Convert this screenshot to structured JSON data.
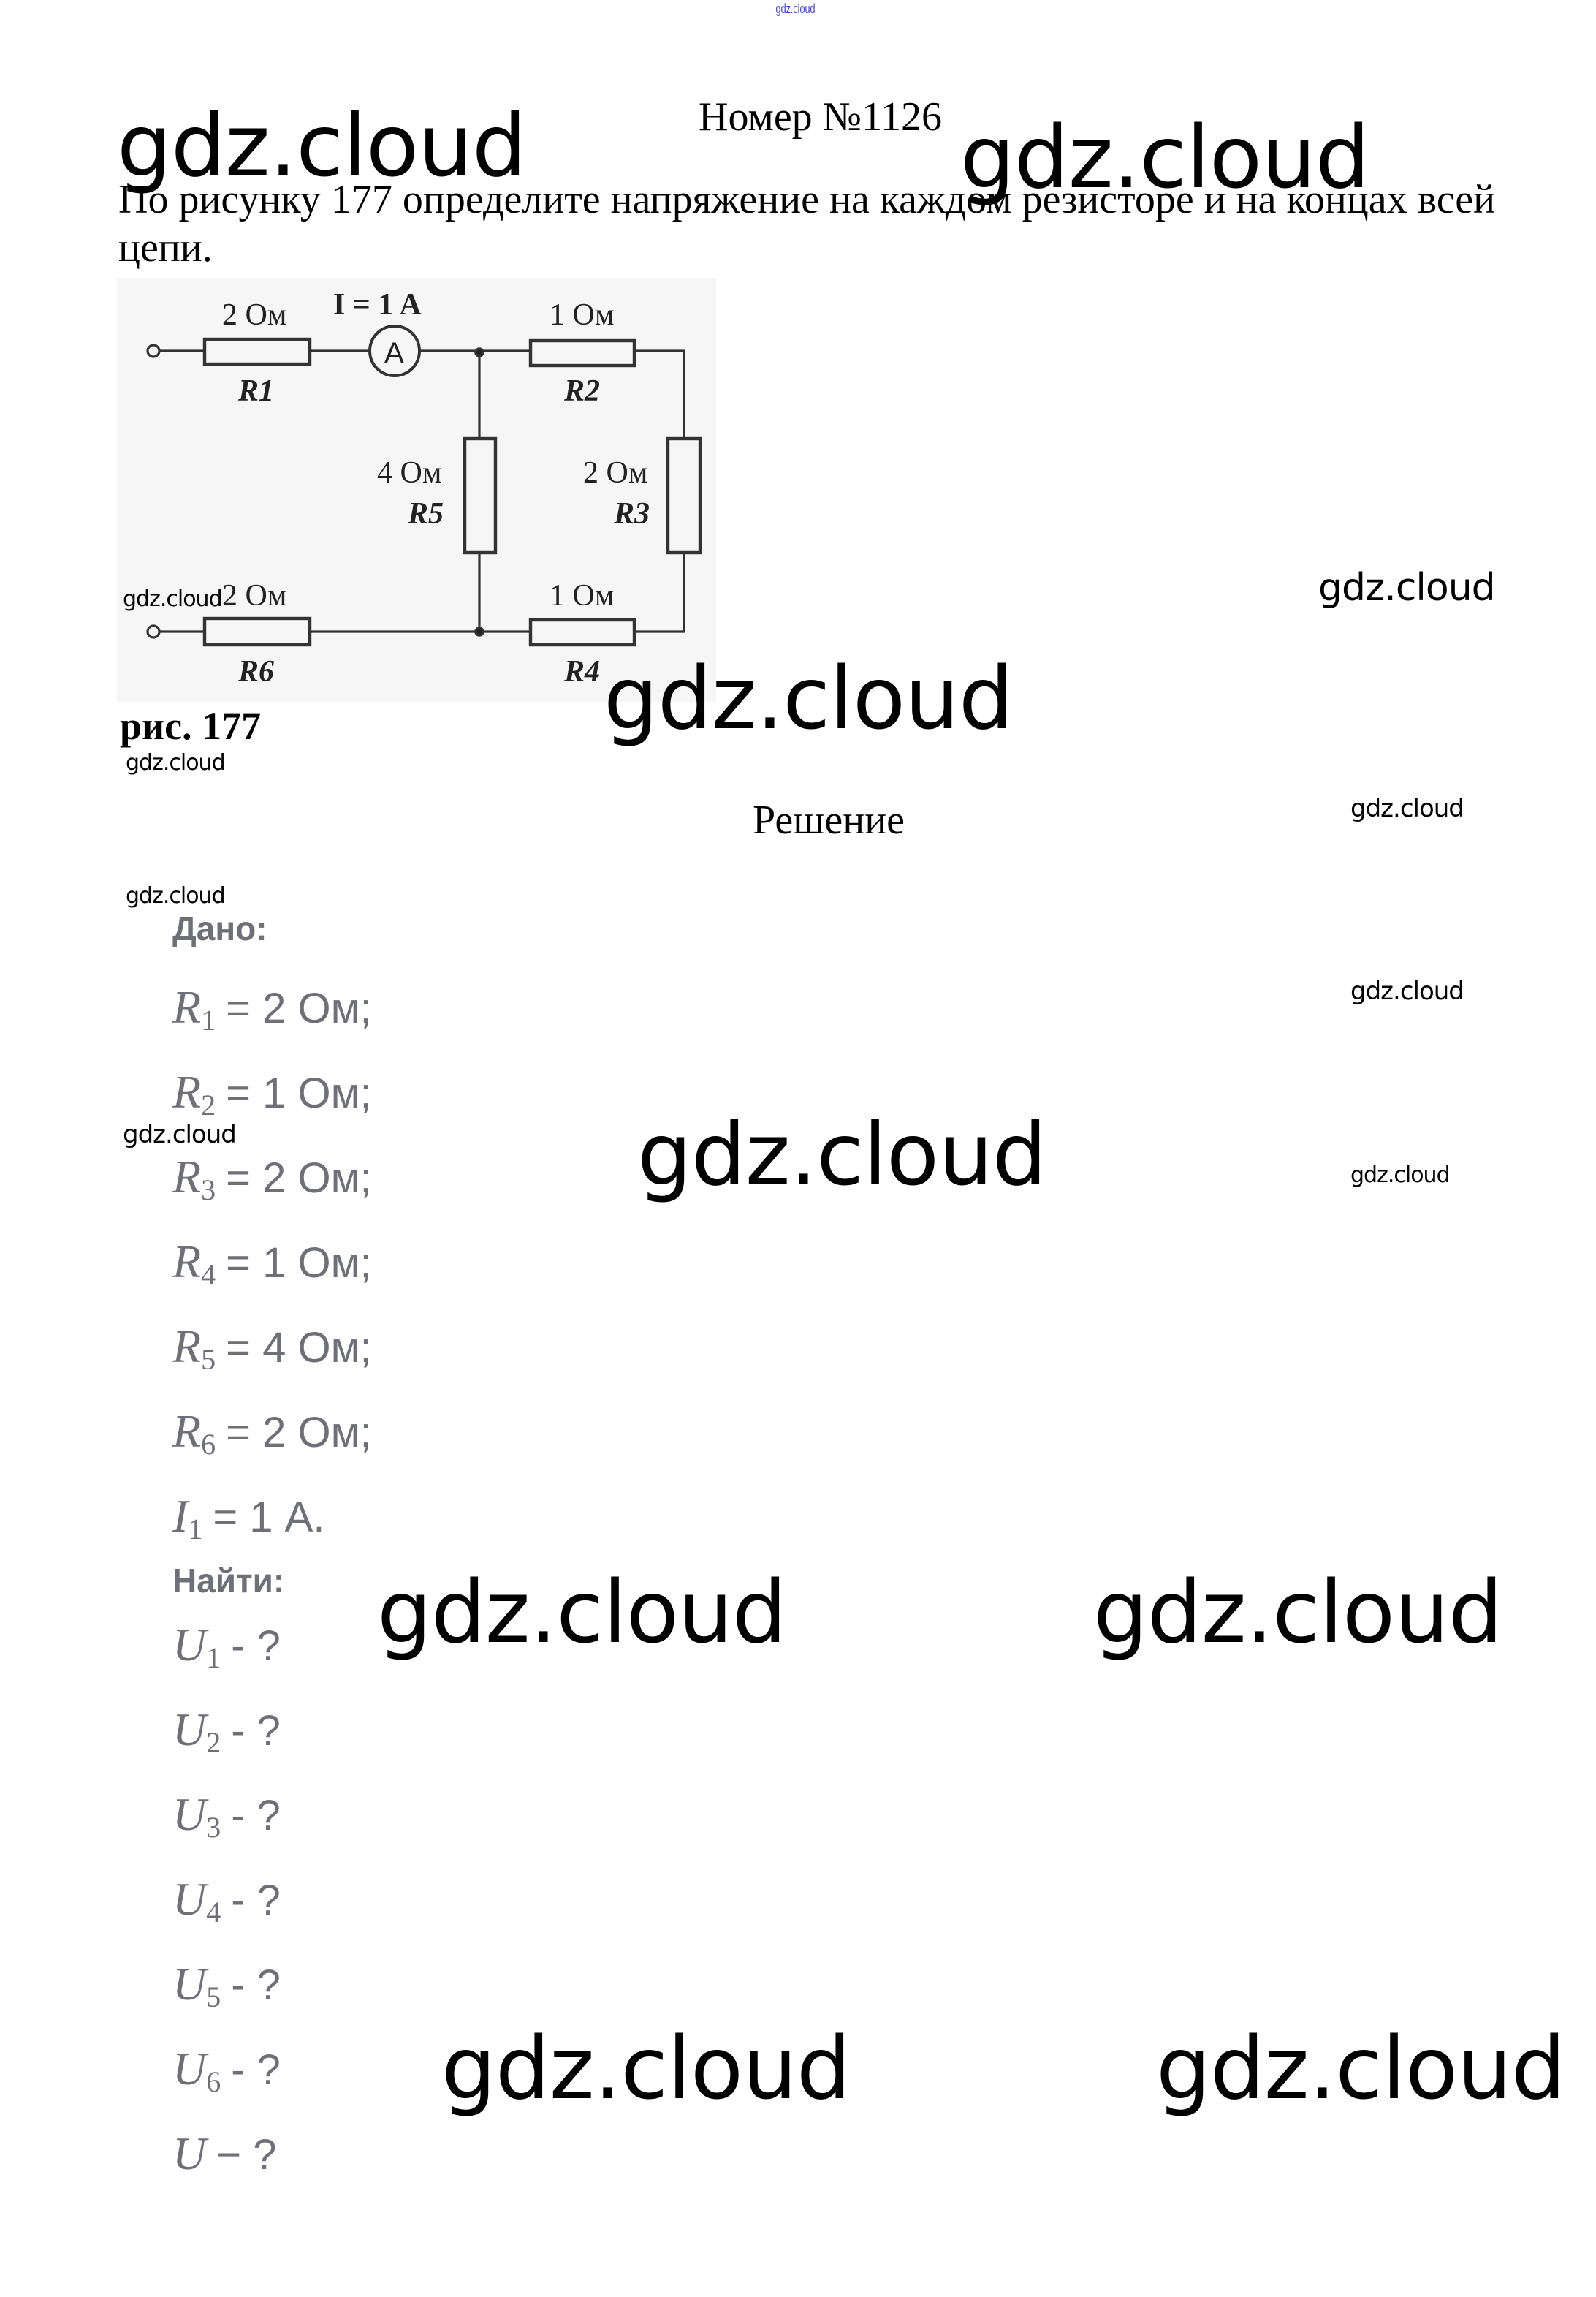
{
  "watermark": "gdz.cloud",
  "header": {
    "title": "Номер №1126"
  },
  "task": {
    "text": "По рисунку 177 определите напряжение на каждом резисторе и на концах всей цепи."
  },
  "figure": {
    "caption": "рис. 177",
    "current_label": "I = 1 A",
    "ammeter": "A",
    "resistors": [
      {
        "name": "R1",
        "value": "2 Ом"
      },
      {
        "name": "R2",
        "value": "1 Ом"
      },
      {
        "name": "R3",
        "value": "2 Ом"
      },
      {
        "name": "R4",
        "value": "1 Ом"
      },
      {
        "name": "R5",
        "value": "4 Ом"
      },
      {
        "name": "R6",
        "value": "2 Ом"
      }
    ]
  },
  "solution": {
    "heading": "Решение",
    "given_label": "Дано:",
    "given": [
      {
        "sym": "R",
        "sub": "1",
        "rest": "= 2 Ом;"
      },
      {
        "sym": "R",
        "sub": "2",
        "rest": "= 1 Ом;"
      },
      {
        "sym": "R",
        "sub": "3",
        "rest": "= 2 Ом;"
      },
      {
        "sym": "R",
        "sub": "4",
        "rest": "= 1 Ом;"
      },
      {
        "sym": "R",
        "sub": "5",
        "rest": "= 4 Ом;"
      },
      {
        "sym": "R",
        "sub": "6",
        "rest": "= 2 Ом;"
      },
      {
        "sym": "I",
        "sub": "1",
        "rest": "= 1 А."
      }
    ],
    "find_label": "Найти:",
    "find": [
      {
        "sym": "U",
        "sub": "1",
        "rest": "- ?"
      },
      {
        "sym": "U",
        "sub": "2",
        "rest": "- ?"
      },
      {
        "sym": "U",
        "sub": "3",
        "rest": "- ?"
      },
      {
        "sym": "U",
        "sub": "4",
        "rest": "- ?"
      },
      {
        "sym": "U",
        "sub": "5",
        "rest": "- ?"
      },
      {
        "sym": "U",
        "sub": "6",
        "rest": "- ?"
      },
      {
        "sym": "U",
        "sub": "",
        "rest": "− ?"
      }
    ]
  }
}
